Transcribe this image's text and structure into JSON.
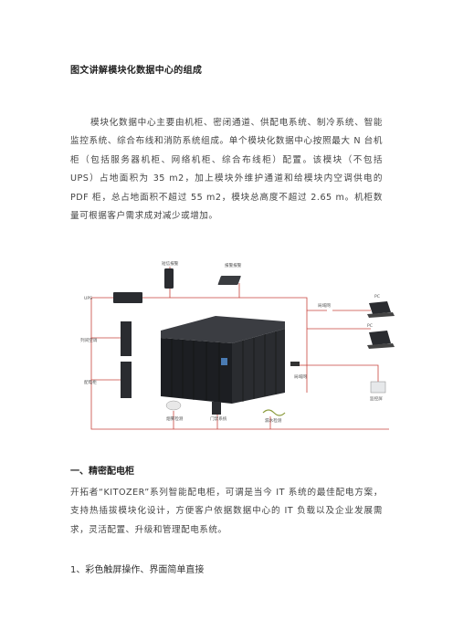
{
  "doc": {
    "title": "图文讲解模块化数据中心的组成",
    "intro": "模块化数据中心主要由机柜、密闭通道、供配电系统、制冷系统、智能监控系统、综合布线和消防系统组成。单个模块化数据中心按照最大 N 台机柜（包括服务器机柜、网络机柜、综合布线柜）配置。该模块（不包括 UPS）占地面积为 35 m2，加上模块外维护通道和给模块内空调供电的 PDF 柜，总占地面积不超过 55 m2，模块总高度不超过 2.65 m。机柜数量可根据客户需求成对减少或增加。",
    "section1_heading": "一、精密配电柜",
    "section1_body": "开拓者“KITOZER”系列智能配电柜，可谓是当今 IT 系统的最佳配电方案，支持热插拔模块化设计，方便客户依据数据中心的 IT 负载以及企业发展需求，灵活配置、升级和管理配电系统。",
    "sub1_heading": "1、彩色触屏操作、界面简单直接"
  },
  "diagram": {
    "labels": {
      "alarm_host": "短信报警",
      "sound_light": "报警报警",
      "wan": "局域网",
      "pc_top": "PC",
      "pc_bottom": "PC",
      "ups": "UPS",
      "ac": "列间空调",
      "pdu": "配电柜",
      "lan": "局域网",
      "monitor": "监控屏",
      "smoke": "烟雾检测",
      "door": "门禁系统",
      "water": "漏水检测"
    },
    "colors": {
      "line": "#c8443c",
      "cabinet": "#1c1e22",
      "device": "#2a2c30"
    }
  }
}
